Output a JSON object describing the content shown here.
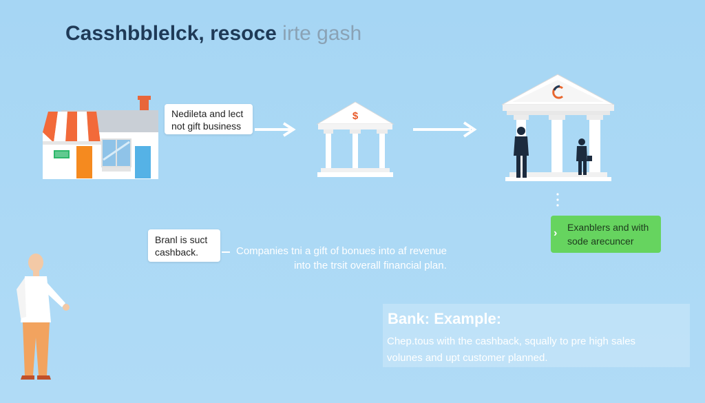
{
  "title": {
    "main": "Casshbblelck, resoce",
    "faded": "irte gash"
  },
  "store_label_box": {
    "line1": "Nedileta and lect",
    "line2": "not gift business"
  },
  "brand_box": {
    "line1": "Branl is suct",
    "line2": "cashback."
  },
  "middle_note": {
    "line1": "Companies tni a gift of bonues into af revenue",
    "line2": "into the trsit overall financial plan."
  },
  "green_box": {
    "line1": "Exanblers and with",
    "line2": "sode arecuncer"
  },
  "example": {
    "heading": "Bank: Example:",
    "line1": "Chep.tous with the cashback, squally to pre high sales",
    "line2": "volunes and upt customer planned."
  },
  "icons": {
    "store": "storefront-icon",
    "bank_small": "bank-dollar-icon",
    "bank_large": "bank-c-icon",
    "person": "standing-person-icon"
  },
  "colors": {
    "background": "#a9d8f5",
    "title": "#1f3a57",
    "green": "#66d45f",
    "awning_orange": "#f26a3a",
    "bank_logo": "#e8662e"
  }
}
